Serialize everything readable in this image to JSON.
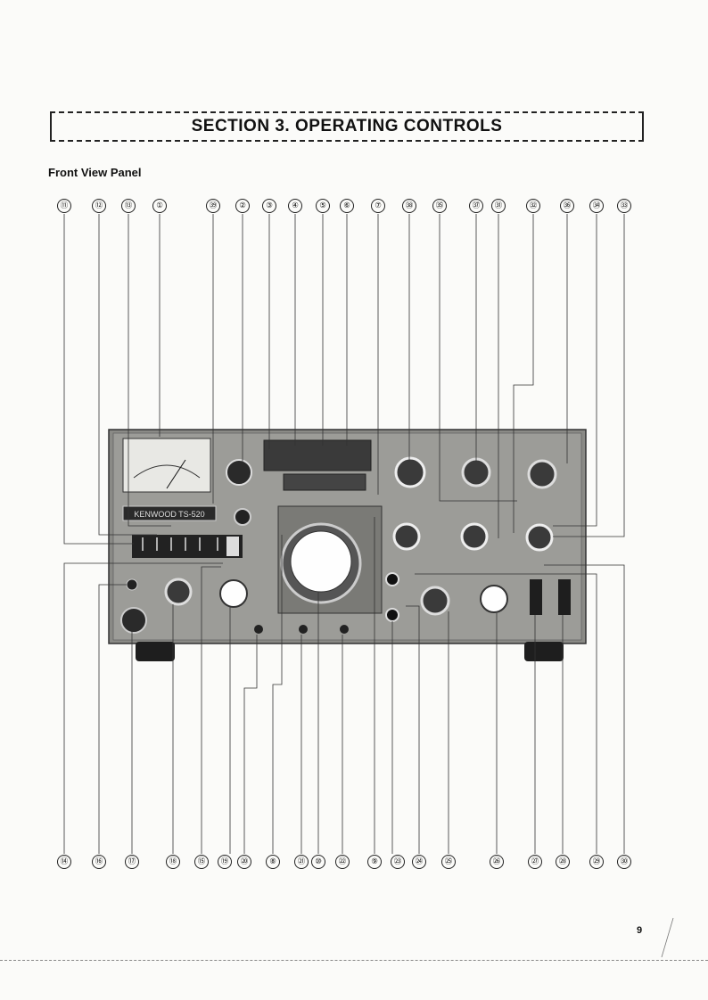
{
  "header": {
    "title": "SECTION 3.  OPERATING CONTROLS"
  },
  "subtitle": "Front View Panel",
  "brand": "KENWOOD TS-520",
  "page_number": "9",
  "callouts_top": [
    {
      "id": "c11",
      "label": "⑪"
    },
    {
      "id": "c12",
      "label": "⑫"
    },
    {
      "id": "c13",
      "label": "⑬"
    },
    {
      "id": "c1",
      "label": "①"
    },
    {
      "id": "c39",
      "label": "㊴"
    },
    {
      "id": "c2",
      "label": "②"
    },
    {
      "id": "c3",
      "label": "③"
    },
    {
      "id": "c4",
      "label": "④"
    },
    {
      "id": "c5",
      "label": "⑤"
    },
    {
      "id": "c6",
      "label": "⑥"
    },
    {
      "id": "c7",
      "label": "⑦"
    },
    {
      "id": "c38",
      "label": "㊳"
    },
    {
      "id": "c35",
      "label": "㉟"
    },
    {
      "id": "c37",
      "label": "㊲"
    },
    {
      "id": "c31",
      "label": "㉛"
    },
    {
      "id": "c32",
      "label": "㉜"
    },
    {
      "id": "c36",
      "label": "㊱"
    },
    {
      "id": "c34",
      "label": "㉞"
    },
    {
      "id": "c33",
      "label": "㉝"
    }
  ],
  "callouts_bottom": [
    {
      "id": "c14",
      "label": "⑭"
    },
    {
      "id": "c16",
      "label": "⑯"
    },
    {
      "id": "c17",
      "label": "⑰"
    },
    {
      "id": "c18",
      "label": "⑱"
    },
    {
      "id": "c15",
      "label": "⑮"
    },
    {
      "id": "c19",
      "label": "⑲"
    },
    {
      "id": "c20",
      "label": "⑳"
    },
    {
      "id": "c8",
      "label": "⑧"
    },
    {
      "id": "c21",
      "label": "㉑"
    },
    {
      "id": "c10",
      "label": "⑩"
    },
    {
      "id": "c22",
      "label": "㉒"
    },
    {
      "id": "c9",
      "label": "⑨"
    },
    {
      "id": "c23",
      "label": "㉓"
    },
    {
      "id": "c24",
      "label": "㉔"
    },
    {
      "id": "c25",
      "label": "㉕"
    },
    {
      "id": "c26",
      "label": "㉖"
    },
    {
      "id": "c27",
      "label": "㉗"
    },
    {
      "id": "c28",
      "label": "㉘"
    },
    {
      "id": "c29",
      "label": "㉙"
    },
    {
      "id": "c30",
      "label": "㉚"
    }
  ]
}
